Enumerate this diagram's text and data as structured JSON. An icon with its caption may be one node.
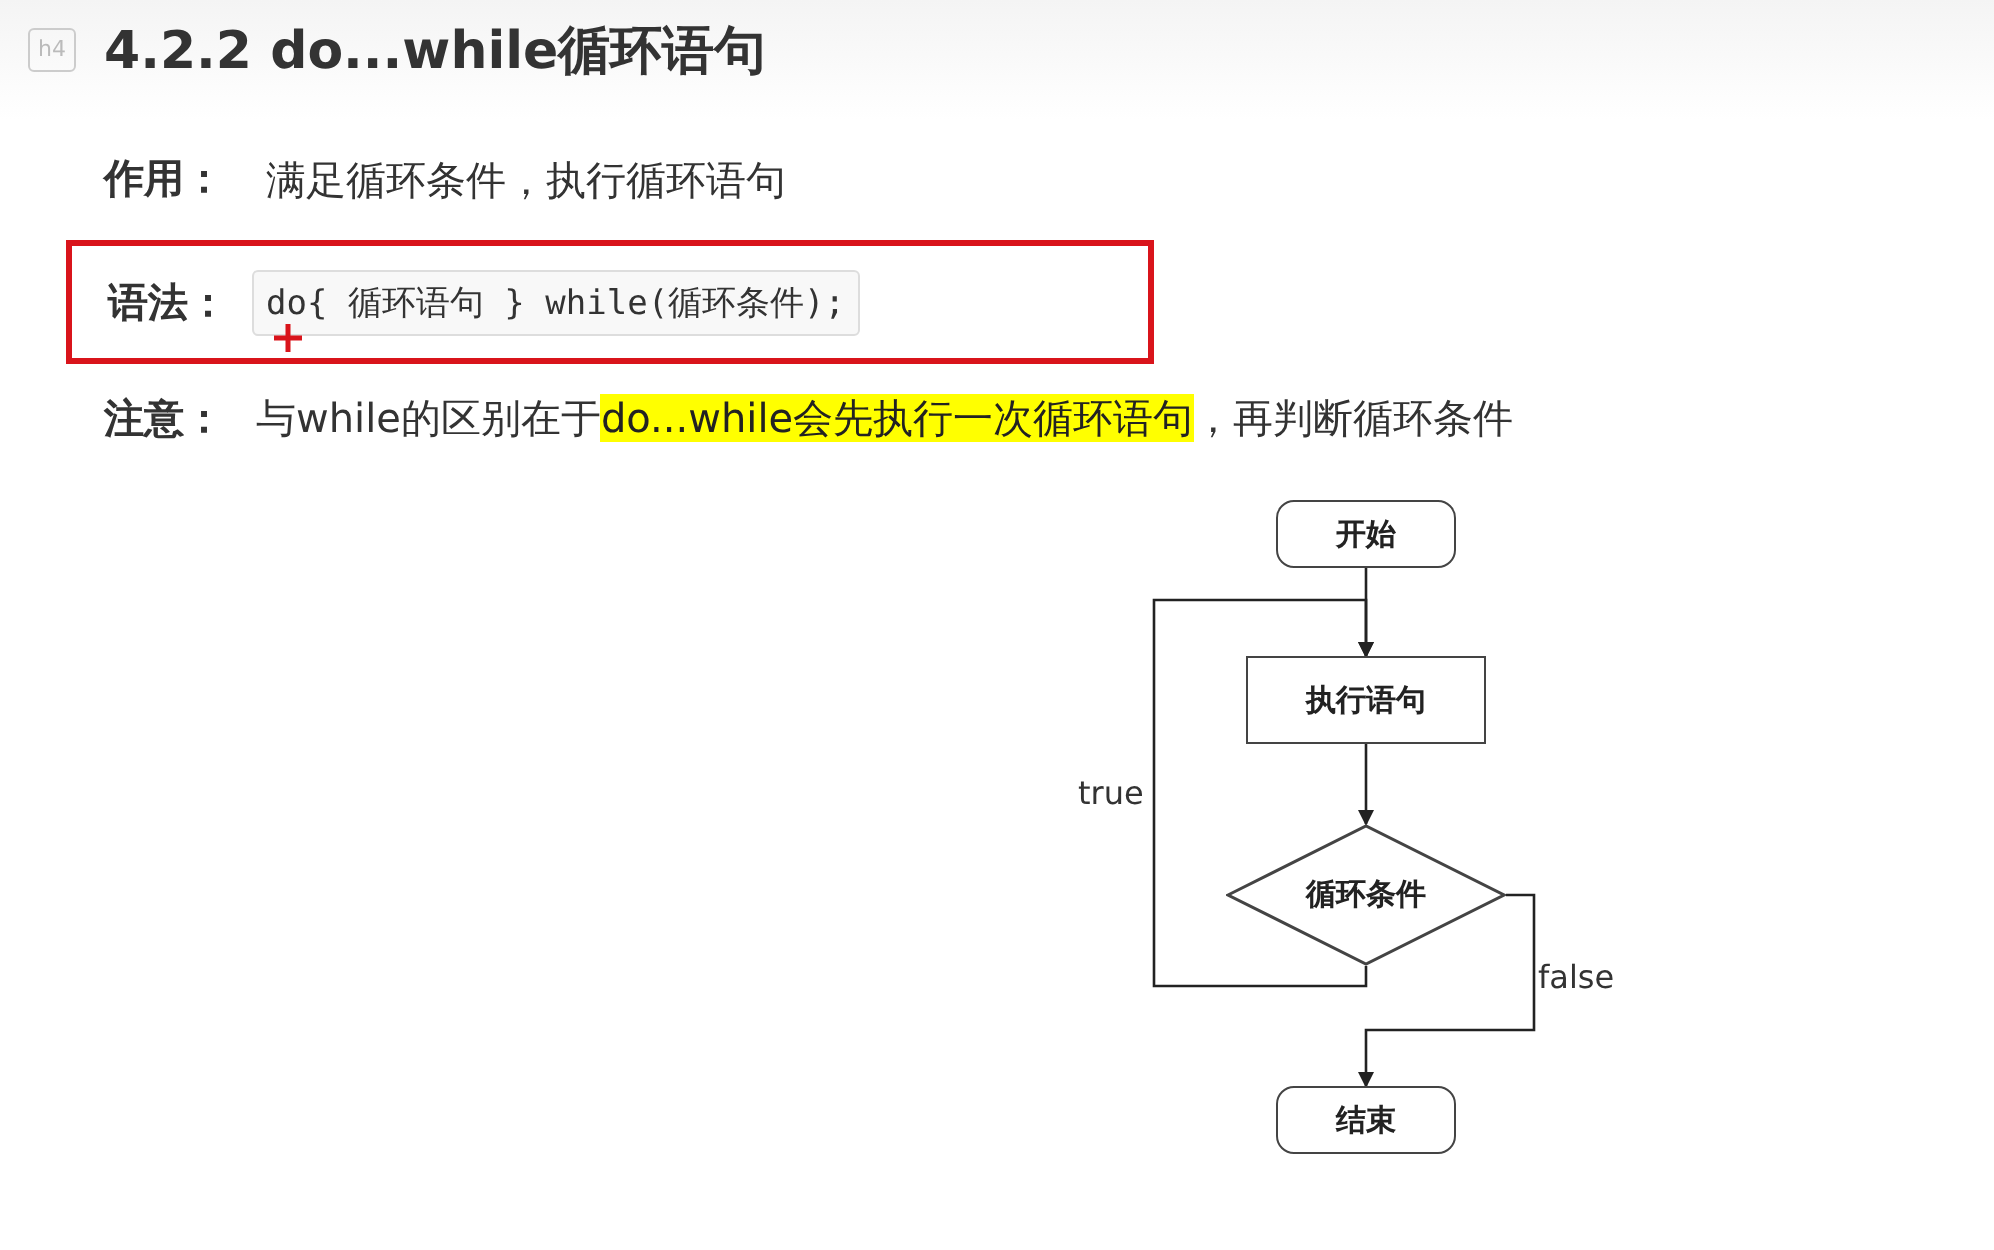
{
  "diagram": {
    "title": "4.2.2 do...while循环语句",
    "nodes": [
      {
        "text": [
          "语法：",
          "do{ 循环语句 } while(循环条件);"
        ]
      },
      {
        "text": [
          "开始"
        ]
      },
      {
        "text": [
          "执行语句"
        ]
      },
      {
        "text": [
          "循环条件"
        ]
      },
      {
        "text": [
          "结束"
        ]
      }
    ],
    "edges": [
      {
        "from": 1,
        "to": 2,
        "arrow": "to"
      },
      {
        "from": 2,
        "to": 3,
        "arrow": "to"
      },
      {
        "from": 3,
        "to": 2,
        "arrow": "to",
        "label": "true"
      },
      {
        "from": 3,
        "to": 4,
        "arrow": "to",
        "label": "false"
      }
    ],
    "labels": [
      "h4",
      "作用：",
      "满足循环条件，执行循环语句",
      "注意：",
      "与while的区别在于**do...while会先执行一次循环语句**，再判断循环条件"
    ]
  }
}
